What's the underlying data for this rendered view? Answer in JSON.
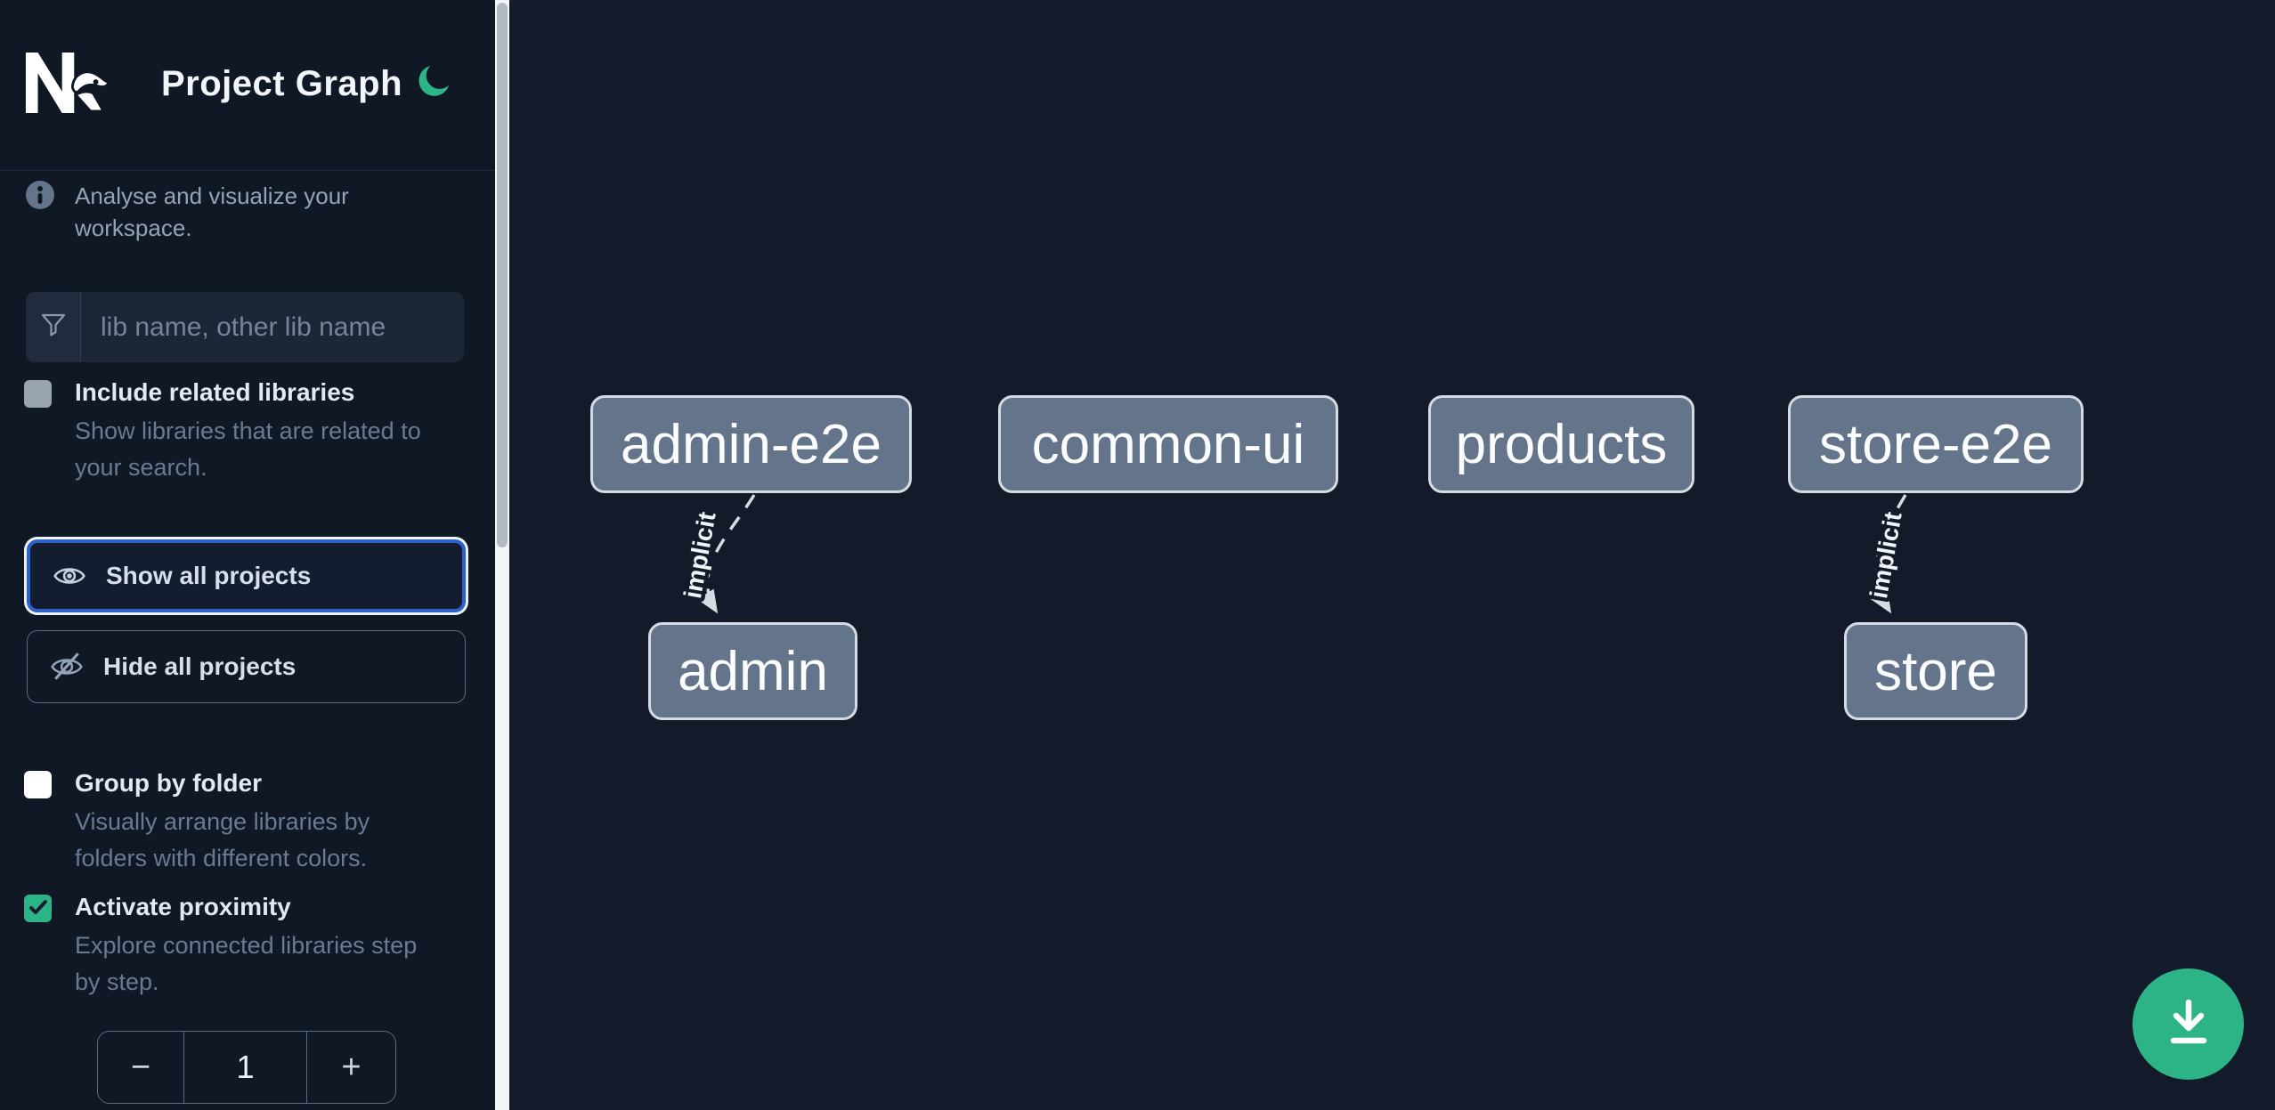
{
  "header": {
    "title": "Project Graph",
    "logo": "nx-logo",
    "theme_toggle": "dark-mode-moon"
  },
  "sidebar": {
    "tagline": "Analyse and visualize your workspace.",
    "filter": {
      "placeholder": "lib name, other lib name",
      "value": ""
    },
    "include_related": {
      "label": "Include related libraries",
      "description": "Show libraries that are related to your search.",
      "checked": false
    },
    "actions": {
      "show_all": "Show all projects",
      "hide_all": "Hide all projects"
    },
    "group_by_folder": {
      "label": "Group by folder",
      "description": "Visually arrange libraries by folders with different colors.",
      "checked": false
    },
    "proximity": {
      "label": "Activate proximity",
      "description": "Explore connected libraries step by step.",
      "checked": true,
      "depth_value": "1",
      "decrement_label": "−",
      "increment_label": "+"
    }
  },
  "graph": {
    "nodes": [
      {
        "label": "admin-e2e"
      },
      {
        "label": "common-ui"
      },
      {
        "label": "products"
      },
      {
        "label": "store-e2e"
      },
      {
        "label": "admin"
      },
      {
        "label": "store"
      }
    ],
    "edges": [
      {
        "source": "admin-e2e",
        "target": "admin",
        "label": "implicit",
        "type": "implicit"
      },
      {
        "source": "store-e2e",
        "target": "store",
        "label": "implicit",
        "type": "implicit"
      }
    ]
  },
  "fab": {
    "action": "download-graph-image"
  },
  "colors": {
    "accent_green": "#2db486",
    "focus_blue": "#2d63c9",
    "node_fill": "#64748b",
    "node_border": "#d5dbe3",
    "sidebar_bg": "#101725",
    "canvas_bg": "#131a29",
    "scrollbar_track": "#f4f5f7",
    "scrollbar_thumb": "#b4bac2"
  }
}
